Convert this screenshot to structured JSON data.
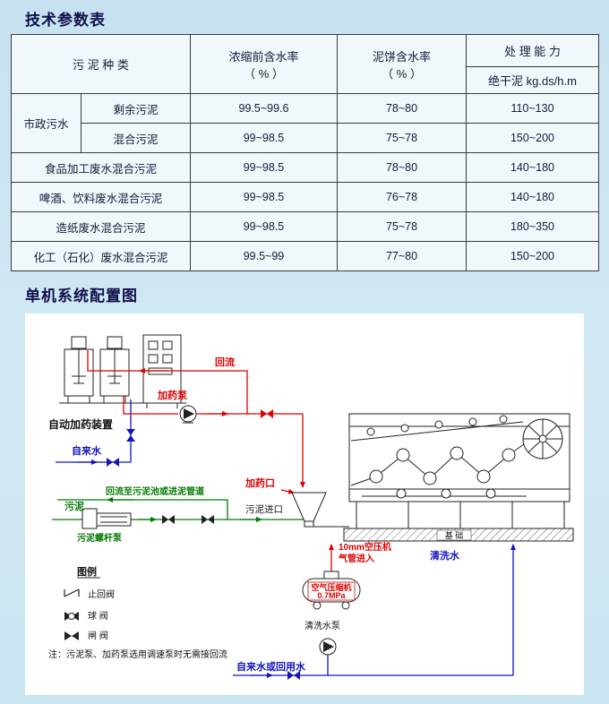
{
  "titles": {
    "parameters": "技术参数表",
    "system": "单机系统配置图"
  },
  "table": {
    "header": {
      "sludge_type": "污  泥  种  类",
      "pre_l1": "浓缩前含水率",
      "pre_l2": "（ % ）",
      "cake_l1": "泥饼含水率",
      "cake_l2": "（ % ）",
      "cap_l1": "处 理 能 力",
      "cap_l2": "绝干泥 kg.ds/h.m"
    },
    "group_municipal": "市政污水",
    "rows": [
      {
        "type": "剩余污泥",
        "pre": "99.5~99.6",
        "cake": "78~80",
        "cap": "110~130"
      },
      {
        "type": "混合污泥",
        "pre": "99~98.5",
        "cake": "75~78",
        "cap": "150~200"
      },
      {
        "type": "食品加工废水混合污泥",
        "pre": "99~98.5",
        "cake": "78~80",
        "cap": "140~180"
      },
      {
        "type": "啤酒、饮料废水混合污泥",
        "pre": "99~98.5",
        "cake": "76~78",
        "cap": "140~180"
      },
      {
        "type": "造纸废水混合污泥",
        "pre": "99~98.5",
        "cake": "75~78",
        "cap": "180~350"
      },
      {
        "type": "化工（石化）废水混合污泥",
        "pre": "99.5~99",
        "cake": "77~80",
        "cap": "150~200"
      }
    ]
  },
  "diagram": {
    "auto_dosing": "自动加药装置",
    "dosing_pump": "加药泵",
    "backflow": "回流",
    "tap_water": "自来水",
    "sludge_return": "回流至污泥池或进泥管道",
    "sludge": "污泥",
    "screw_pump": "污泥螺杆泵",
    "dosing_port": "加药口",
    "sludge_inlet": "污泥进口",
    "air_pipe_l1": "10mm空压机",
    "air_pipe_l2": "气管进入",
    "compressor_l1": "空气压缩机",
    "compressor_l2": "0.7MPa",
    "washing_water": "清洗水",
    "washing_pump": "清洗水泵",
    "tap_or_reuse": "自来水或回用水",
    "legend_title": "图例",
    "check_valve": "止回阀",
    "ball_valve": "球  阀",
    "gate_valve": "闸  阀",
    "note": "注：污泥泵、加药泵选用调速泵时无需接回流",
    "foundation": "基  础"
  },
  "colors": {
    "accent_red": "#dd0000",
    "accent_green": "#007a00",
    "accent_blue": "#1414bb",
    "title_navy": "#10104a"
  }
}
